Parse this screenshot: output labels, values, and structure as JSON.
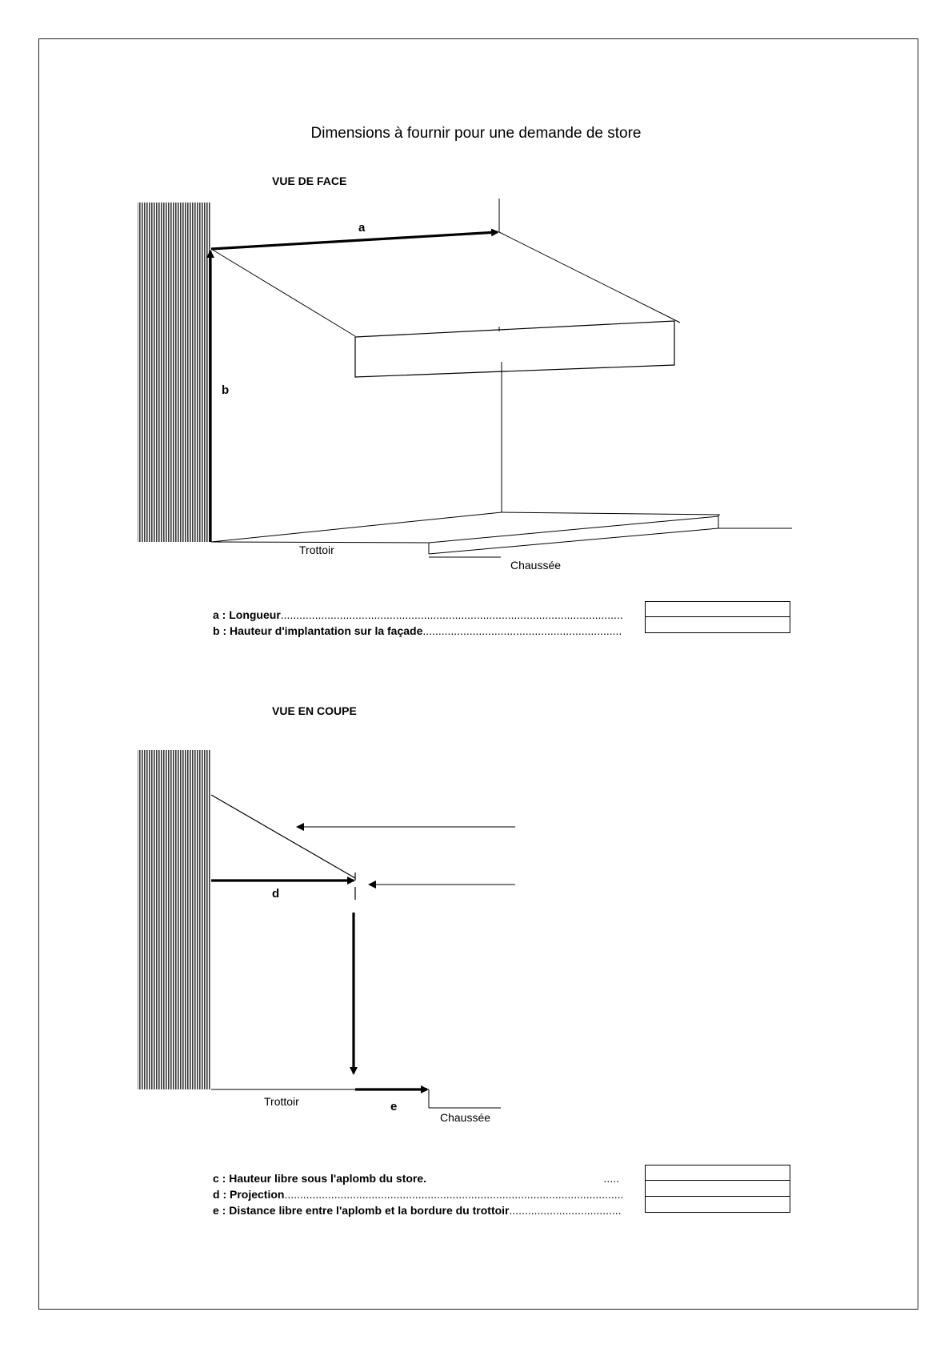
{
  "title": "Dimensions à fournir pour une demande de store",
  "front_view": {
    "heading": "VUE DE FACE",
    "labels": {
      "a": "a",
      "b": "b",
      "sidewalk": "Trottoir",
      "road": "Chaussée"
    }
  },
  "section_view": {
    "heading": "VUE EN COUPE",
    "labels": {
      "d": "d",
      "e": "e",
      "sidewalk": "Trottoir",
      "road": "Chaussée"
    }
  },
  "legend_front": [
    {
      "label": "a : Longueur",
      "value": ""
    },
    {
      "label": "b : Hauteur d'implantation sur la façade",
      "value": ""
    }
  ],
  "legend_section": [
    {
      "label": "c : Hauteur libre sous l'aplomb du store.",
      "value": ""
    },
    {
      "label": "d : Projection",
      "value": ""
    },
    {
      "label": "e : Distance libre entre l'aplomb et la bordure du trottoir",
      "value": ""
    }
  ],
  "legend_dots_c": "....."
}
